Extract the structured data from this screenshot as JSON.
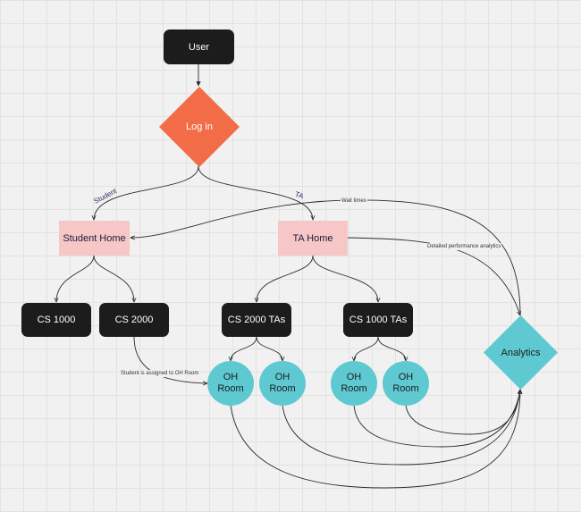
{
  "nodes": {
    "user": "User",
    "login": "Log in",
    "student_home": "Student Home",
    "ta_home": "TA Home",
    "cs1000": "CS 1000",
    "cs2000": "CS 2000",
    "cs2000_tas": "CS 2000 TAs",
    "cs1000_tas": "CS 1000 TAs",
    "analytics": "Analytics",
    "oh_room_1": "OH Room",
    "oh_room_2": "OH Room",
    "oh_room_3": "OH Room",
    "oh_room_4": "OH Room"
  },
  "edge_labels": {
    "student": "Student",
    "ta": "TA",
    "wait_times": "Wait times",
    "performance": "Detailed performance analytics",
    "assigned": "Student is assigned to OH Room"
  },
  "colors": {
    "dark": "#1c1c1c",
    "login": "#f26d47",
    "home": "#f7c6c6",
    "room": "#5fc9d2",
    "analytics": "#5fc9d2",
    "connector": "#2a2a2a"
  }
}
